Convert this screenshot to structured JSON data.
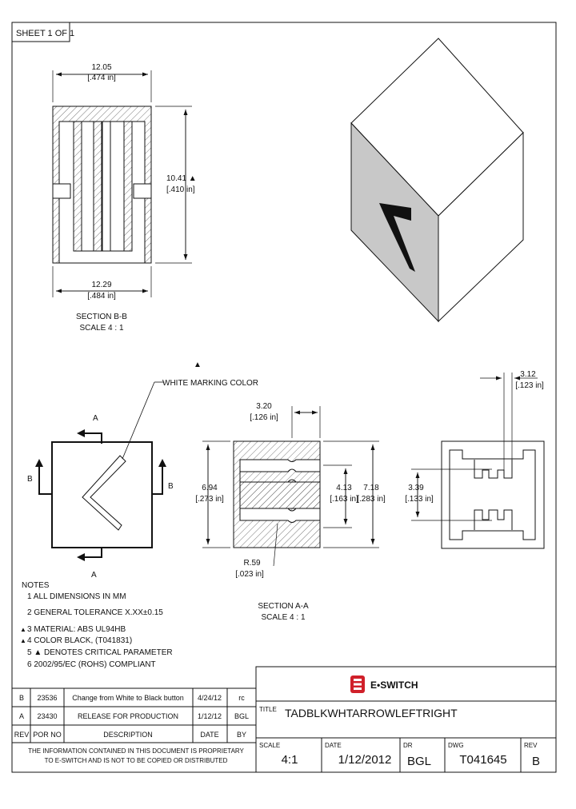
{
  "sheet_label": "SHEET 1 OF 1",
  "section_bb": {
    "width_top_mm": "12.05",
    "width_top_in": "[.474 in]",
    "height_mm": "10.41",
    "height_in": "[.410 in]",
    "width_bottom_mm": "12.29",
    "width_bottom_in": "[.484 in]",
    "caption": "SECTION  B-B",
    "scale": "SCALE 4 : 1"
  },
  "front_view": {
    "marking_label": "WHITE MARKING COLOR",
    "label_a": "A",
    "label_b": "B"
  },
  "section_aa": {
    "dim_top_mm": "3.20",
    "dim_top_in": "[.126 in]",
    "dim_left_mm": "6.94",
    "dim_left_in": "[.273 in]",
    "dim_mid_mm": "4.13",
    "dim_mid_in": "[.163 in]",
    "dim_right_mm": "7.18",
    "dim_right_in": "[.283 in]",
    "radius_mm": "R.59",
    "radius_in": "[.023 in]",
    "caption": "SECTION  A-A",
    "scale": "SCALE 4 : 1"
  },
  "side_view": {
    "dim_top_mm": "3.12",
    "dim_top_in": "[.123 in]",
    "dim_mid_mm": "3.39",
    "dim_mid_in": "[.133 in]"
  },
  "notes": {
    "title": "NOTES",
    "items": [
      "1  ALL DIMENSIONS IN MM",
      "2  GENERAL TOLERANCE  X.XX±0.15",
      "3  MATERIAL: ABS UL94HB",
      "4  COLOR  BLACK, (T041831)",
      "5  ▲ DENOTES CRITICAL PARAMETER",
      "6  2002/95/EC (ROHS) COMPLIANT"
    ]
  },
  "revisions": {
    "rows": [
      {
        "rev": "B",
        "por": "23536",
        "desc": "Change from White to Black button",
        "date": "4/24/12",
        "by": "rc"
      },
      {
        "rev": "A",
        "por": "23430",
        "desc": "RELEASE FOR PRODUCTION",
        "date": "1/12/12",
        "by": "BGL"
      }
    ],
    "headers": {
      "rev": "REV",
      "por": "POR NO",
      "desc": "DESCRIPTION",
      "date": "DATE",
      "by": "BY"
    }
  },
  "proprietary": {
    "line1": "THE INFORMATION CONTAINED IN THIS DOCUMENT IS PROPRIETARY",
    "line2": "TO E-SWITCH AND IS NOT TO BE COPIED OR DISTRIBUTED"
  },
  "title_block": {
    "company": "E•SWITCH",
    "title_label": "TITLE",
    "title": "TADBLKWHTARROWLEFTRIGHT",
    "scale_label": "SCALE",
    "scale": "4:1",
    "date_label": "DATE",
    "date": "1/12/2012",
    "dr_label": "DR",
    "dr": "BGL",
    "dwg_label": "DWG",
    "dwg": "T041645",
    "rev_label": "REV",
    "rev": "B"
  },
  "colors": {
    "brand_red": "#d0202a",
    "cube_shade": "#c8c8c8"
  }
}
